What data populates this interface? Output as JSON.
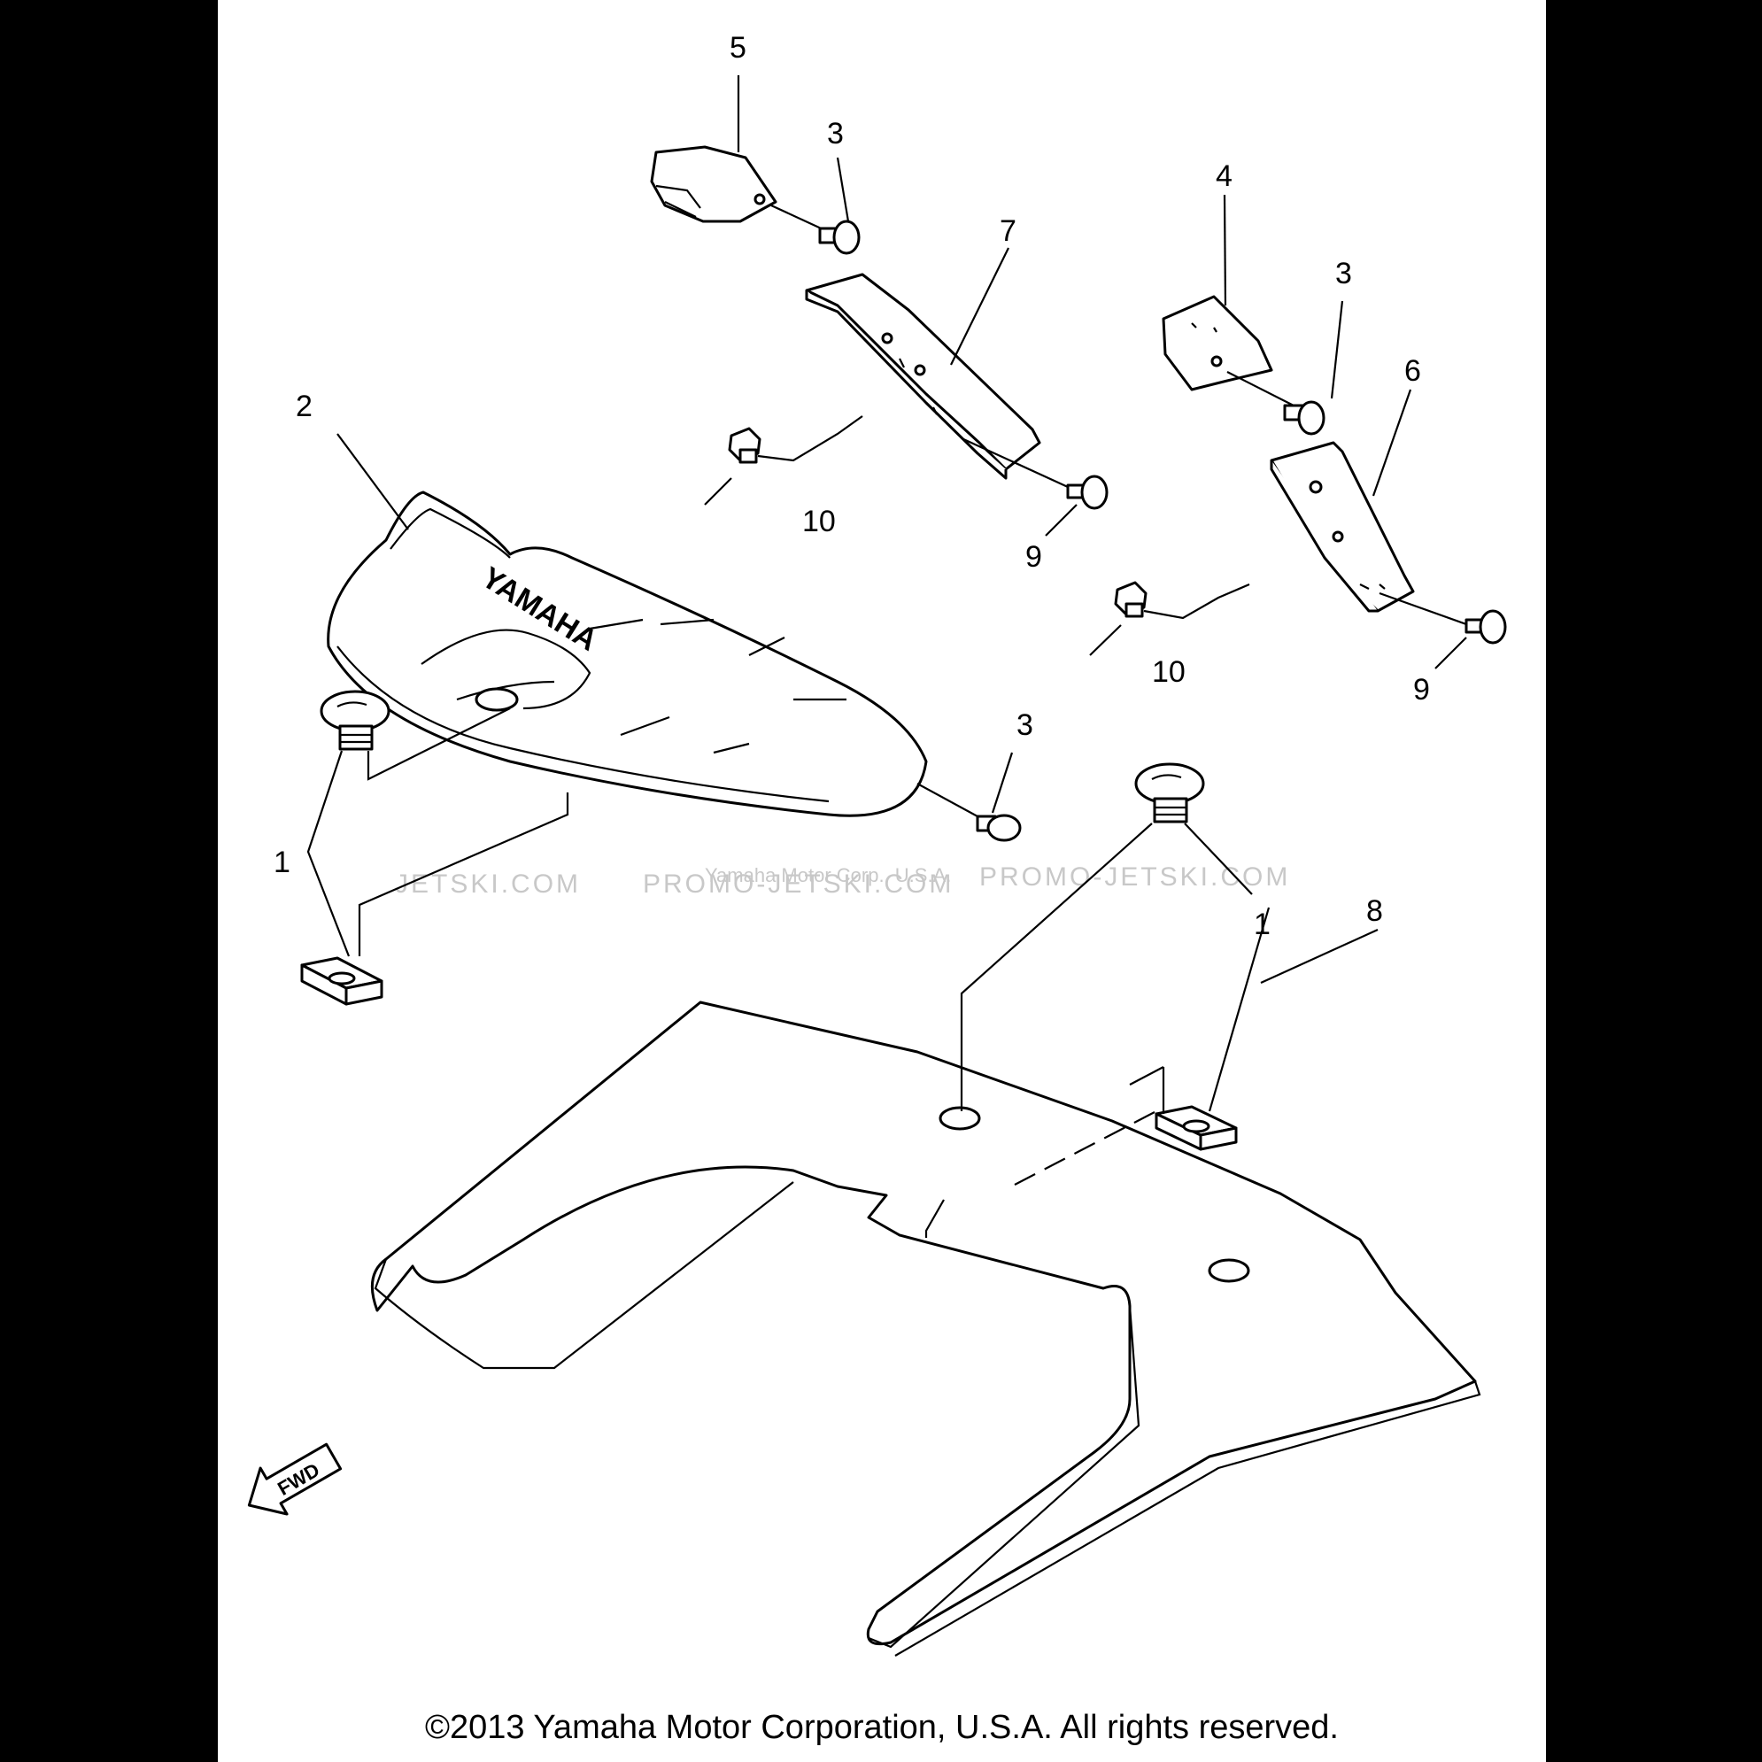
{
  "diagram": {
    "callouts": [
      "1",
      "1",
      "2",
      "3",
      "3",
      "3",
      "4",
      "5",
      "6",
      "7",
      "8",
      "9",
      "9",
      "10",
      "10"
    ],
    "logo_text": "YAMAHA",
    "fwd_label": "FWD"
  },
  "watermarks": {
    "site_left": "JETSKI.COM",
    "site_mid": "PROMO-JETSKI.COM",
    "site_right": "PROMO-JETSKI.COM",
    "owner": "Yamaha Motor Corp., U.S.A."
  },
  "footer": {
    "copyright": "©2013 Yamaha Motor Corporation, U.S.A. All rights reserved."
  }
}
